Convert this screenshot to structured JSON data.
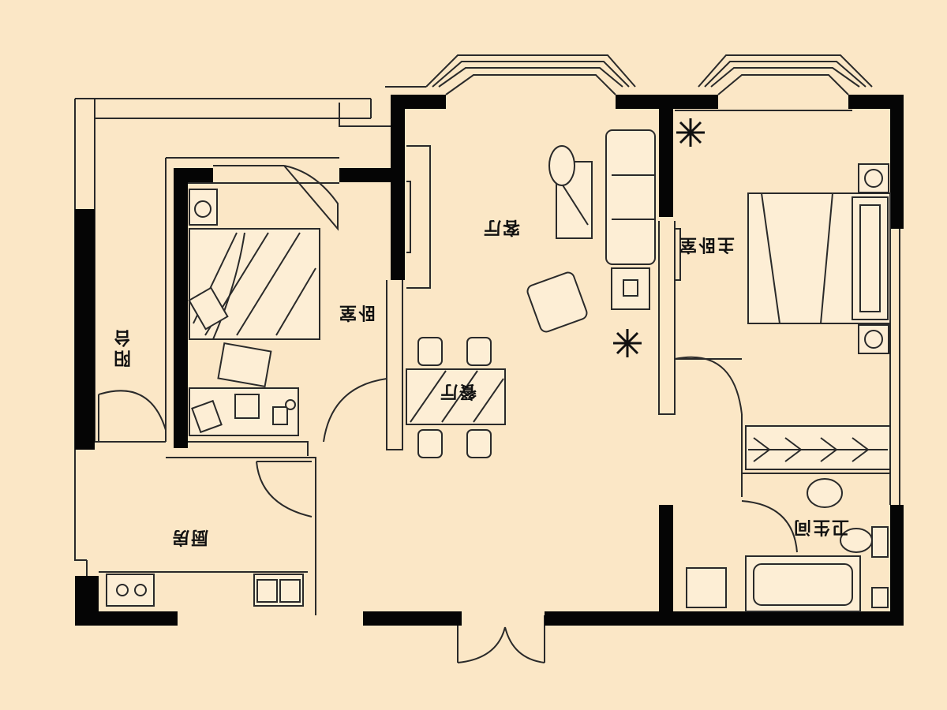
{
  "labels": {
    "balcony": "阳台",
    "bedroom": "卧室",
    "living_room": "客厅",
    "dining_room": "餐厅",
    "master_bedroom": "主卧室",
    "kitchen": "厨房",
    "bathroom": "卫生间"
  },
  "colors": {
    "background": "#fbe7c6",
    "wall": "#050505",
    "line": "#2a2a2a",
    "fixture": "#fdeed5"
  }
}
